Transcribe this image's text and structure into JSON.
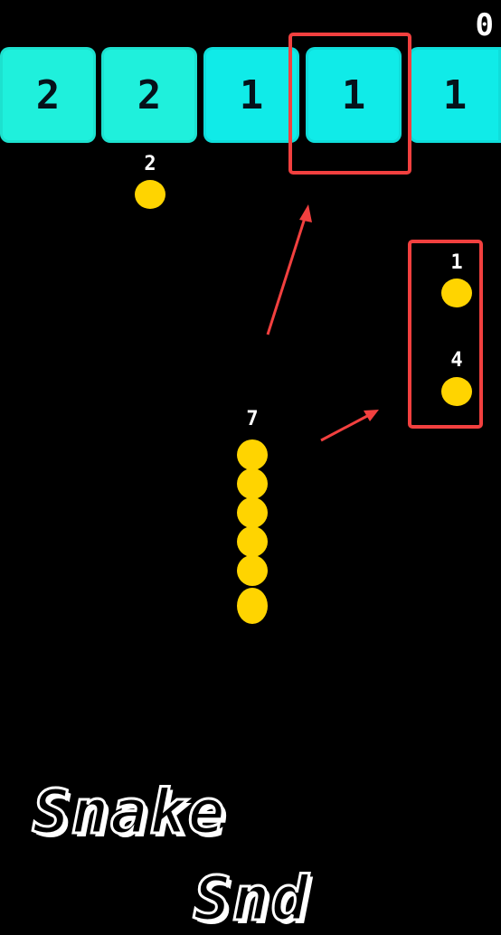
{
  "hud": {
    "score": "0"
  },
  "blocks": [
    {
      "value": "2",
      "color": "#1ff0dc"
    },
    {
      "value": "2",
      "color": "#1ff0dc"
    },
    {
      "value": "1",
      "color": "#10ebe8"
    },
    {
      "value": "1",
      "color": "#10ebe8"
    },
    {
      "value": "1",
      "color": "#10ebe8"
    }
  ],
  "pellets": [
    {
      "label": "2",
      "color": "#ffd400"
    },
    {
      "label": "1",
      "color": "#ffd400"
    },
    {
      "label": "4",
      "color": "#ffd400"
    }
  ],
  "snake": {
    "length_label": "7",
    "color": "#ffd400"
  },
  "annotations": {
    "highlight_color": "#f2403f"
  },
  "title": {
    "word1": "Snake",
    "word2": "Snd"
  }
}
